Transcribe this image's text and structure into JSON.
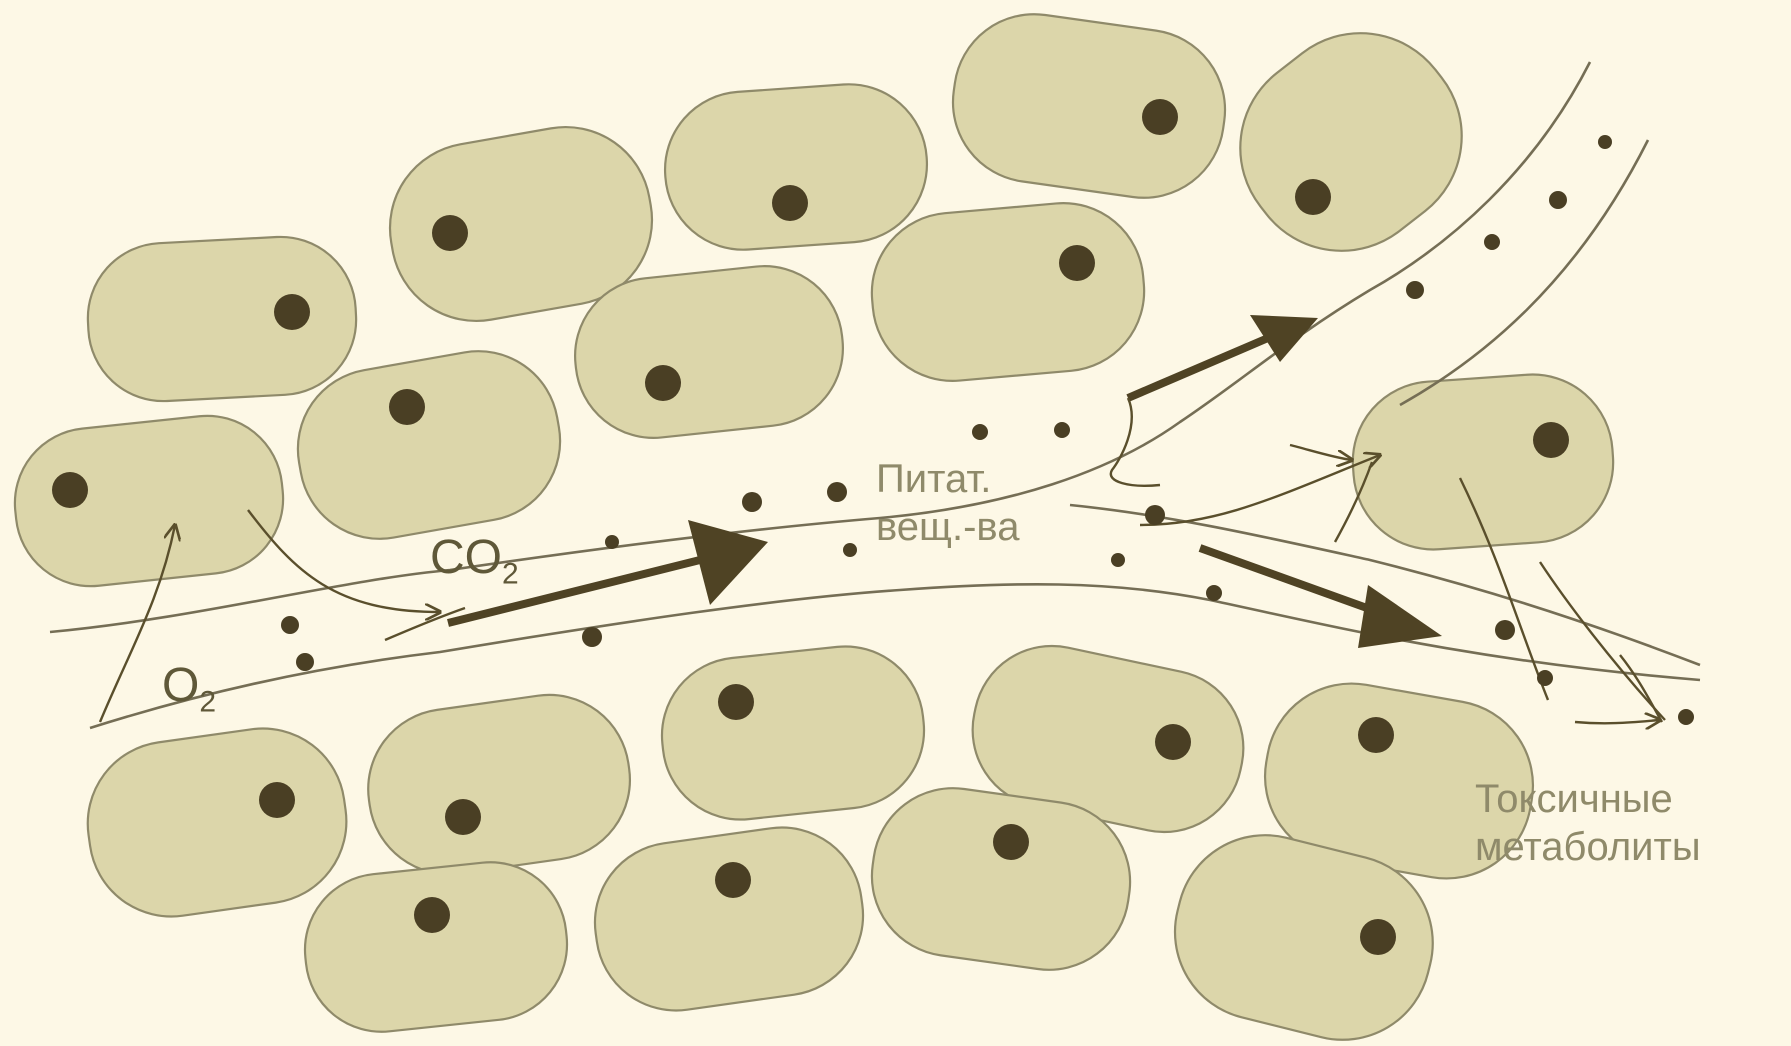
{
  "labels": {
    "nutrients": "Питат.\nвещ.-ва",
    "toxic": "Токсичные\nметаболиты",
    "co2_main": "CO",
    "co2_sub": "2",
    "o2_main": "O",
    "o2_sub": "2"
  },
  "colors": {
    "background": "#fdf8e6",
    "cell_fill": "#dcd6aa",
    "cell_outline": "#8f8a6a",
    "nucleus": "#4a3f24",
    "arrows": "#4f4324"
  }
}
